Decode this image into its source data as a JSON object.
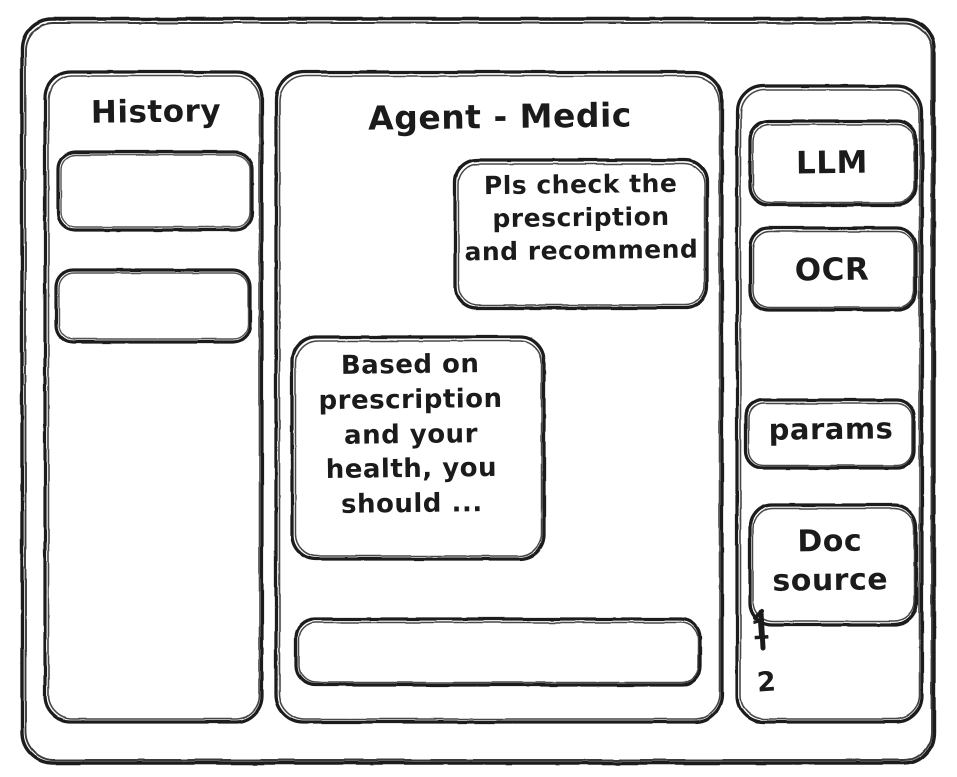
{
  "app": {
    "style": "hand-drawn-wireframe",
    "stroke_color": "#1b1b1b",
    "background_color": "#ffffff"
  },
  "sidebar_left": {
    "title": "History",
    "items": [
      {
        "label": "",
        "name": "history-item-1"
      },
      {
        "label": "",
        "name": "history-item-2"
      }
    ]
  },
  "main": {
    "title": "Agent - Medic",
    "messages": [
      {
        "role": "user",
        "text": "Pls check the\nprescription\nand recommend"
      },
      {
        "role": "agent",
        "text": "Based on\nprescription\nand your\nhealth, you\nshould ..."
      }
    ],
    "composer": {
      "value": "",
      "placeholder": ""
    }
  },
  "sidebar_right": {
    "tools": [
      {
        "label": "LLM",
        "name": "tool-llm"
      },
      {
        "label": "OCR",
        "name": "tool-ocr"
      }
    ],
    "params": {
      "label": "params"
    },
    "doc_source": {
      "label": "Doc\nsource",
      "items": [
        "1",
        "2"
      ]
    }
  }
}
